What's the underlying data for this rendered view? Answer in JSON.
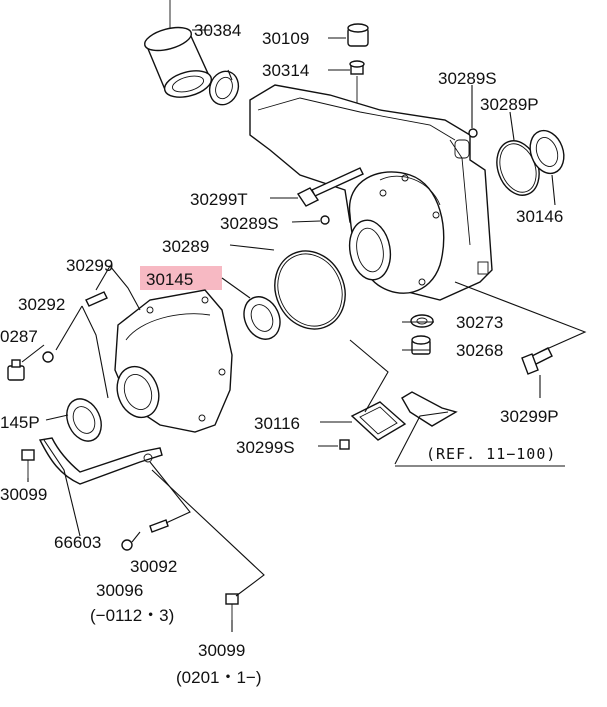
{
  "highlight_color": "#f7b9c3",
  "labels": {
    "l30384": "30384",
    "l30109": "30109",
    "l30314": "30314",
    "l30289S_top": "30289S",
    "l30289P_top": "30289P",
    "l30146": "30146",
    "l30299T": "30299T",
    "l30289S_mid": "30289S",
    "l30289": "30289",
    "l30299": "30299",
    "l30145": "30145",
    "l30292": "30292",
    "l30287": "0287",
    "l30145P": "145P",
    "l30099_left": "30099",
    "l66603": "66603",
    "l30092": "30092",
    "l30096": "30096",
    "l30096_date": "(−0112・3)",
    "l30099_bottom": "30099",
    "l30099_date": "(0201・1−)",
    "l30273": "30273",
    "l30268": "30268",
    "l30299P": "30299P",
    "l30116": "30116",
    "l30299S": "30299S",
    "ref": "(REF. 11−100)"
  }
}
